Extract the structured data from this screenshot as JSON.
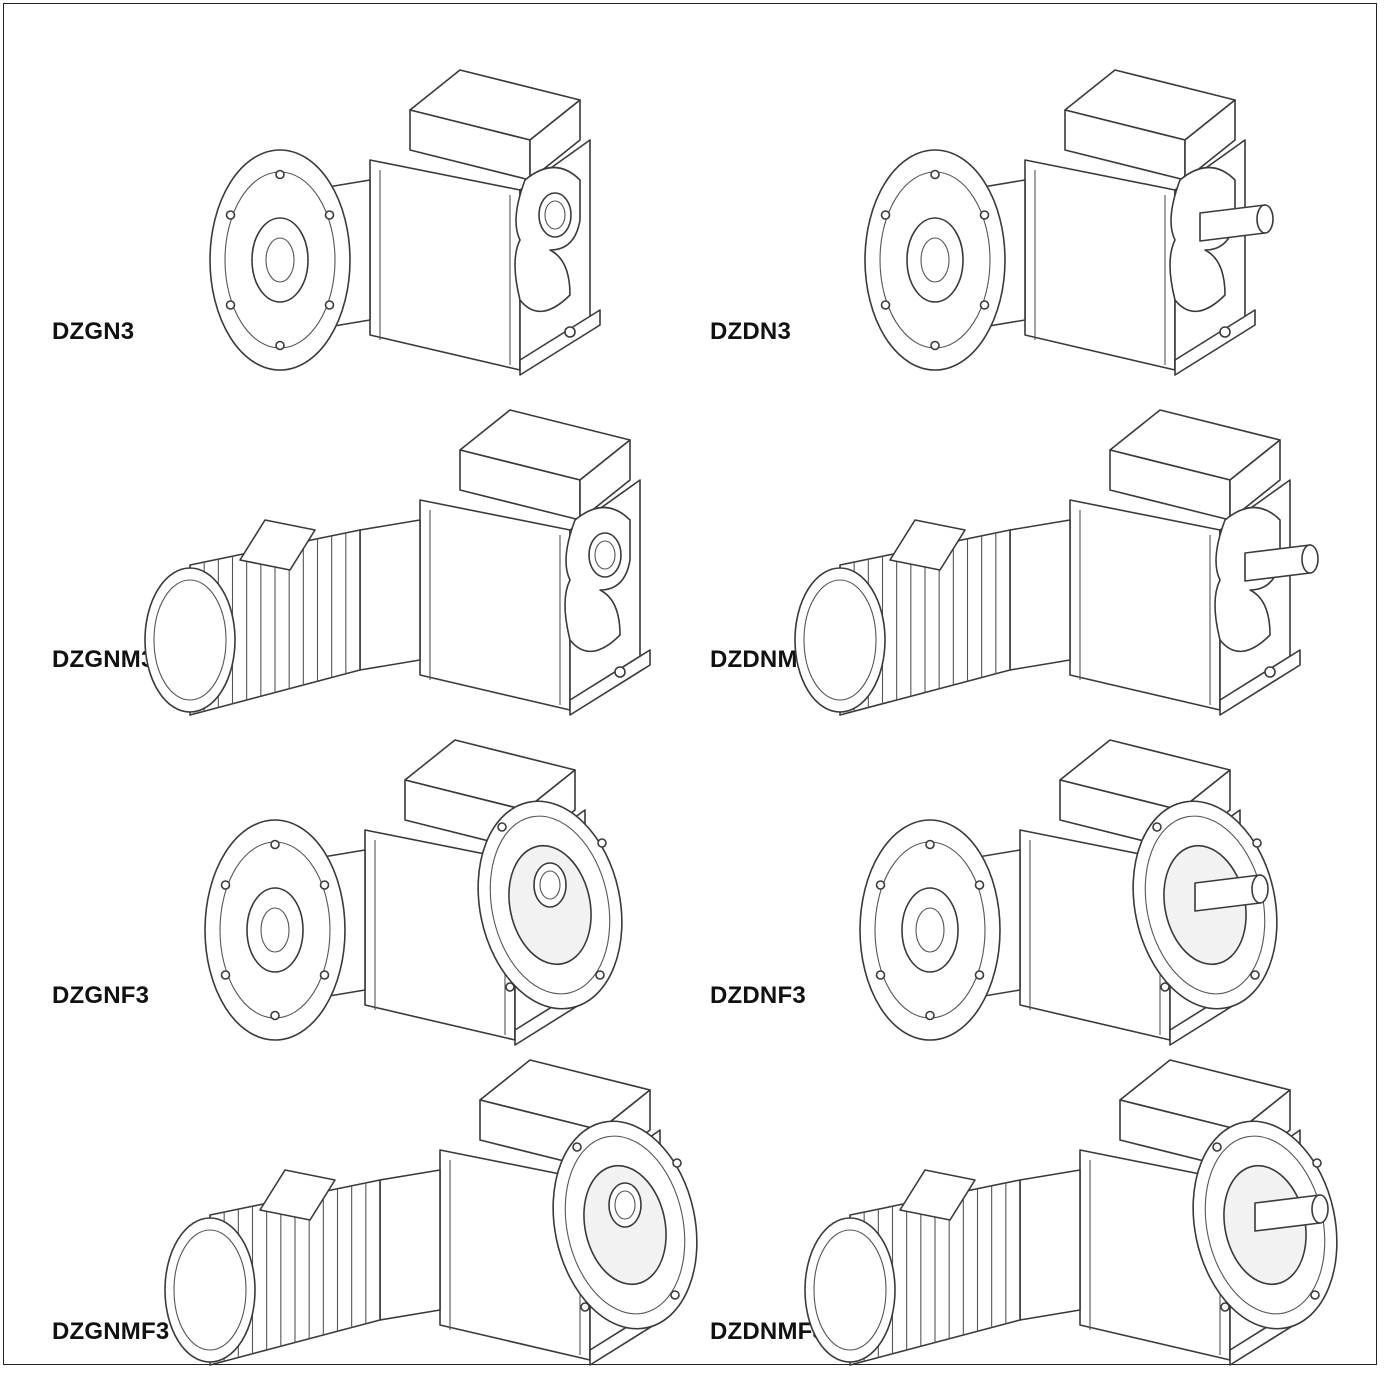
{
  "models": [
    {
      "name": "DZGN3",
      "motor": false,
      "flange": false,
      "shaft": false
    },
    {
      "name": "DZDN3",
      "motor": false,
      "flange": false,
      "shaft": true
    },
    {
      "name": "DZGNM3",
      "motor": true,
      "flange": false,
      "shaft": false
    },
    {
      "name": "DZDNM3",
      "motor": true,
      "flange": false,
      "shaft": true
    },
    {
      "name": "DZGNF3",
      "motor": false,
      "flange": true,
      "shaft": false
    },
    {
      "name": "DZDNF3",
      "motor": false,
      "flange": true,
      "shaft": true
    },
    {
      "name": "DZGNMF3",
      "motor": true,
      "flange": true,
      "shaft": false
    },
    {
      "name": "DZDNMF3",
      "motor": true,
      "flange": true,
      "shaft": true
    }
  ]
}
